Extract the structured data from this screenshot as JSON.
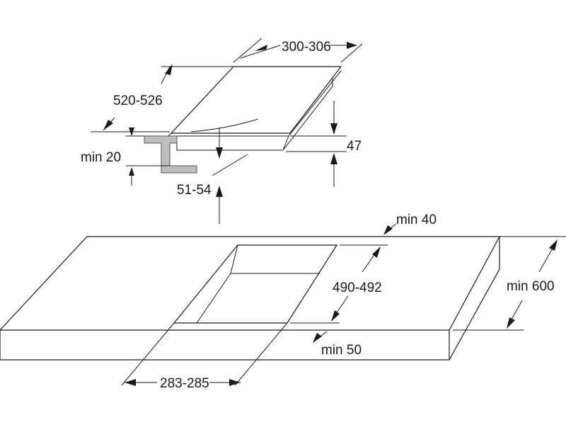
{
  "diagram": {
    "hob_width": "300-306",
    "hob_depth": "520-526",
    "hob_height": "47",
    "min_worktop_thickness": "min 20",
    "cutout_insert_depth": "51-54",
    "min_back_clearance": "min 40",
    "cutout_depth": "490-492",
    "min_worktop_depth": "min 600",
    "min_front_clearance": "min 50",
    "cutout_width": "283-285"
  },
  "colors": {
    "line": "#1a1a1a",
    "bracket_fill": "#bdbdbd",
    "bracket_stroke": "#555555",
    "background": "#ffffff"
  }
}
